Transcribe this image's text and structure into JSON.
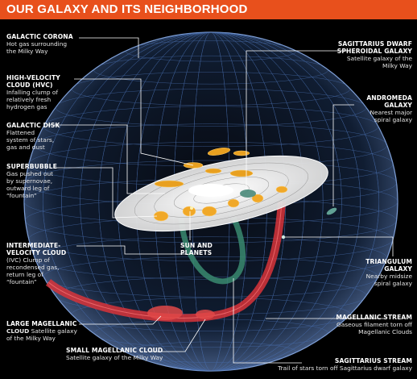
{
  "title": "OUR GALAXY AND ITS NEIGHBORHOOD",
  "colors": {
    "title_bar": "#e8501c",
    "background": "#000000",
    "sphere_grid": "#4a6fb0",
    "disk": "#f2f2f2",
    "hvc_clouds": "#e8a020",
    "ivc_clouds": "#3a8a70",
    "magellanic_stream": "#d8343a"
  },
  "labels": {
    "galactic_corona": {
      "heading": "GALACTIC CORONA",
      "desc": [
        "Hot gas surrounding",
        "the Milky Way"
      ]
    },
    "hvc": {
      "heading": [
        "HIGH-VELOCITY",
        "CLOUD (HVC)"
      ],
      "desc": [
        "Infalling clump of",
        "relatively fresh",
        "hydrogen gas"
      ]
    },
    "galactic_disk": {
      "heading": "GALACTIC DISK",
      "desc": [
        "Flattened",
        "system of stars,",
        "gas and dust"
      ]
    },
    "superbubble": {
      "heading": "SUPERBUBBLE",
      "desc": [
        "Gas pushed out",
        "by supernovae,",
        "outward leg of",
        "“fountain”"
      ]
    },
    "ivc": {
      "heading": [
        "INTERMEDIATE-",
        "VELOCITY CLOUD"
      ],
      "desc": [
        "(IVC) Clump of",
        "recondensed gas,",
        "return leg of",
        "“fountain”"
      ]
    },
    "lmc": {
      "heading": [
        "LARGE MAGELLANIC",
        "CLOUD"
      ],
      "inline": "Satellite galaxy",
      "desc": [
        "of the Milky Way"
      ]
    },
    "smc": {
      "heading": "SMALL MAGELLANIC CLOUD",
      "desc": [
        "Satellite galaxy of the Milky Way"
      ]
    },
    "sun": {
      "heading": [
        "SUN AND",
        "PLANETS"
      ]
    },
    "sagittarius_dwarf": {
      "heading": [
        "SAGITTARIUS DWARF",
        "SPHEROIDAL GALAXY"
      ],
      "desc": [
        "Satellite galaxy of the",
        "Milky Way"
      ]
    },
    "andromeda": {
      "heading": [
        "ANDROMEDA",
        "GALAXY"
      ],
      "desc": [
        "Nearest major",
        "spiral galaxy"
      ]
    },
    "triangulum": {
      "heading": [
        "TRIANGULUM",
        "GALAXY"
      ],
      "desc": [
        "Nearby midsize",
        "spiral galaxy"
      ]
    },
    "magellanic_stream": {
      "heading": "MAGELLANIC STREAM",
      "desc": [
        "Gaseous filament torn off",
        "Magellanic Clouds"
      ]
    },
    "sagittarius_stream": {
      "heading": "SAGITTARIUS STREAM",
      "desc": [
        "Trail of stars torn off Sagittarius dwarf galaxy"
      ]
    }
  }
}
